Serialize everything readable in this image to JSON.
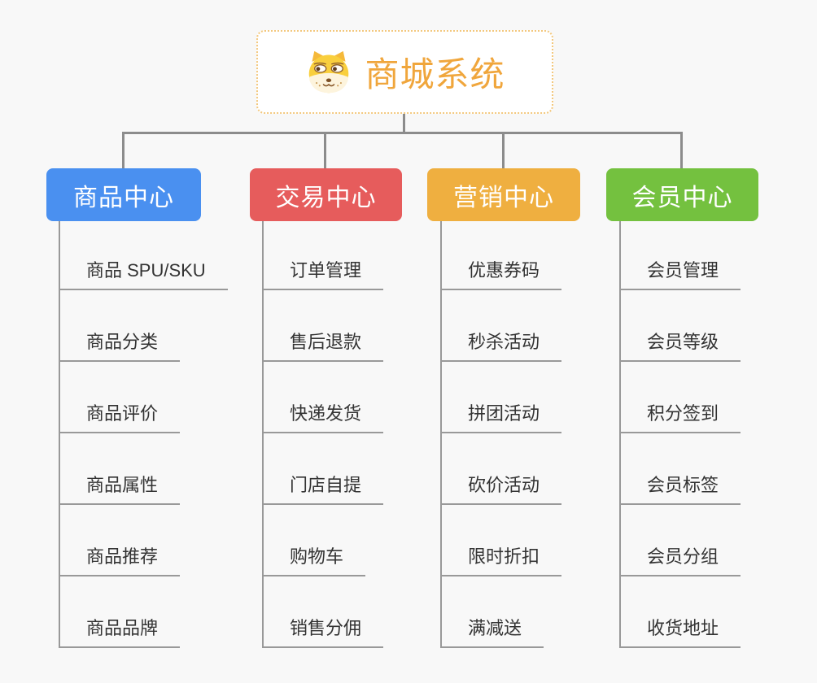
{
  "root": {
    "title": "商城系统",
    "icon": "doge-face-icon",
    "accent_color": "#f0a63c",
    "border_color": "#f3c87e"
  },
  "connector_color": "#8c8c8c",
  "child_line_color": "#999999",
  "child_text_color": "#333333",
  "background_color": "#f8f8f8",
  "branches": [
    {
      "label": "商品中心",
      "color": "#4a90f0",
      "children": [
        "商品 SPU/SKU",
        "商品分类",
        "商品评价",
        "商品属性",
        "商品推荐",
        "商品品牌"
      ]
    },
    {
      "label": "交易中心",
      "color": "#e65c5c",
      "children": [
        "订单管理",
        "售后退款",
        "快递发货",
        "门店自提",
        "购物车",
        "销售分佣"
      ]
    },
    {
      "label": "营销中心",
      "color": "#efaf40",
      "children": [
        "优惠券码",
        "秒杀活动",
        "拼团活动",
        "砍价活动",
        "限时折扣",
        "满减送"
      ]
    },
    {
      "label": "会员中心",
      "color": "#74c13f",
      "children": [
        "会员管理",
        "会员等级",
        "积分签到",
        "会员标签",
        "会员分组",
        "收货地址"
      ]
    }
  ]
}
